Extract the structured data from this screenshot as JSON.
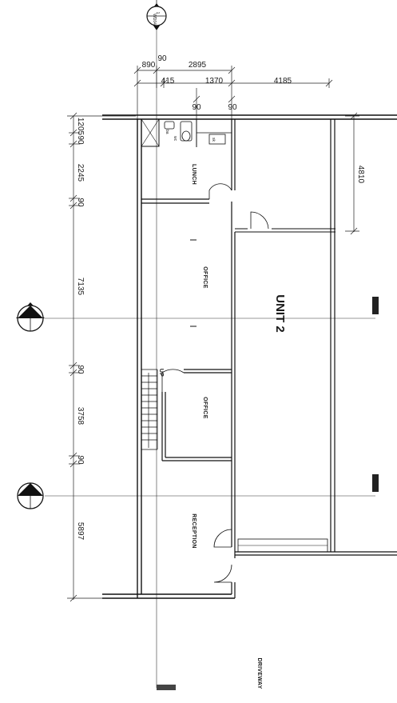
{
  "section_marker": {
    "number": "1",
    "sheet": "WD04"
  },
  "dimensions_top": {
    "d890": "890",
    "d90_top": "90",
    "d2895": "2895",
    "d415": "415",
    "d1370": "1370",
    "d4185": "4185",
    "d90_a": "90",
    "d90_b": "90"
  },
  "dimensions_left": {
    "d1205": "1205",
    "d90_1": "90",
    "d2245": "2245",
    "d90_2": "90",
    "d7135": "7135",
    "d90_3": "90",
    "d3758": "3758",
    "d90_4": "90",
    "d5897": "5897"
  },
  "dimension_right": "4810",
  "rooms": {
    "lunch": "LUNCH",
    "office1": "OFFICE",
    "office2": "OFFICE",
    "reception": "RECEPTION",
    "unit": "UNIT 2",
    "driveway": "DRIVEWAY"
  },
  "stair_label": "UP",
  "fixtures": {
    "basin": "ba",
    "wc": "wc",
    "sink": "sk"
  }
}
